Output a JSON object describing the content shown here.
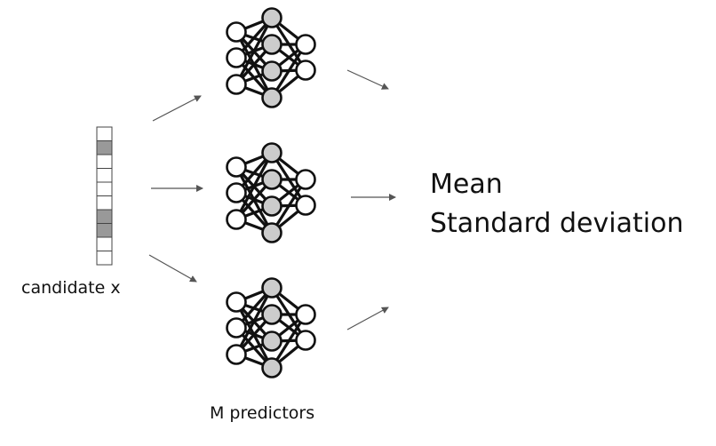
{
  "labels": {
    "candidate": "candidate x",
    "predictors": "M predictors",
    "mean": "Mean",
    "std": "Standard deviation"
  },
  "candidate_vector": {
    "cells": [
      0,
      1,
      0,
      0,
      0,
      0,
      1,
      1,
      0,
      0
    ]
  },
  "networks": {
    "count": 3,
    "layers": [
      3,
      4,
      2
    ],
    "hidden_fill": "#cccccc",
    "io_fill": "#ffffff",
    "stroke": "#111111"
  },
  "colors": {
    "arrow": "#555555",
    "filled_cell": "#999999",
    "empty_cell": "#ffffff",
    "text": "#111111"
  }
}
